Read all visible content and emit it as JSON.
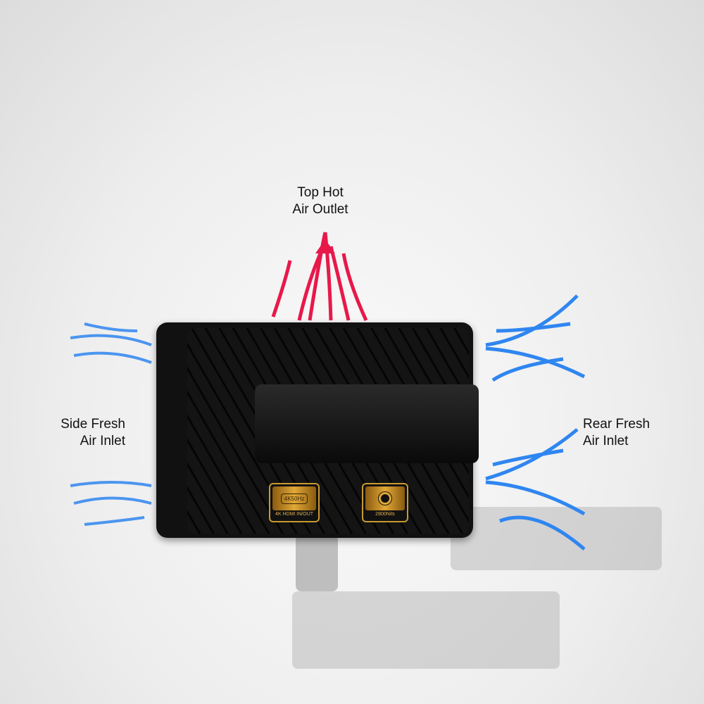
{
  "labels": {
    "top_outlet": [
      "Top Hot",
      "Air Outlet"
    ],
    "side_inlet": [
      "Side Fresh",
      "Air Inlet"
    ],
    "rear_inlet": [
      "Rear Fresh",
      "Air Inlet"
    ]
  },
  "badges": {
    "hdmi": {
      "face": "4K50Hz",
      "caption": "4K HDMI IN/OUT"
    },
    "brightness": {
      "caption": "2800Nits"
    }
  },
  "colors": {
    "hot": "#e8184a",
    "cold": "#2f86f0"
  }
}
